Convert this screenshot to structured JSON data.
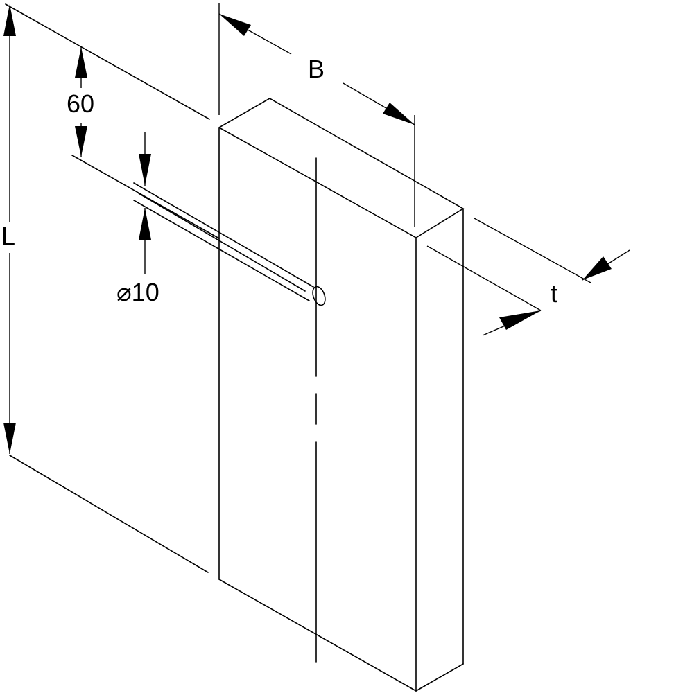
{
  "labels": {
    "length": "L",
    "width": "B",
    "thickness": "t",
    "hole_offset": "60",
    "hole_diameter": "⌀10"
  }
}
